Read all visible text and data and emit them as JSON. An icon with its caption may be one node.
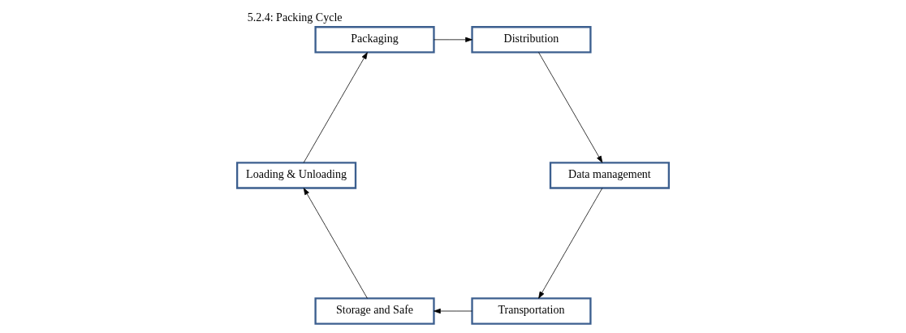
{
  "diagram": {
    "title": "5.2.4: Packing Cycle",
    "nodes": [
      {
        "text": [
          "Transportation"
        ]
      },
      {
        "text": [
          "Data management"
        ]
      },
      {
        "text": [
          "Storage and Safe"
        ]
      },
      {
        "text": [
          "Distribution"
        ]
      },
      {
        "text": [
          "Loading & Unloading"
        ]
      },
      {
        "text": [
          "Packaging"
        ]
      }
    ],
    "edges": [
      {
        "from": 1,
        "to": 0,
        "arrow": "to"
      },
      {
        "from": 0,
        "to": 2,
        "arrow": "to"
      },
      {
        "from": 2,
        "to": 4,
        "arrow": "to"
      },
      {
        "from": 4,
        "to": 5,
        "arrow": "to"
      },
      {
        "from": 5,
        "to": 3,
        "arrow": "to"
      },
      {
        "from": 3,
        "to": 1,
        "arrow": "to"
      }
    ]
  }
}
